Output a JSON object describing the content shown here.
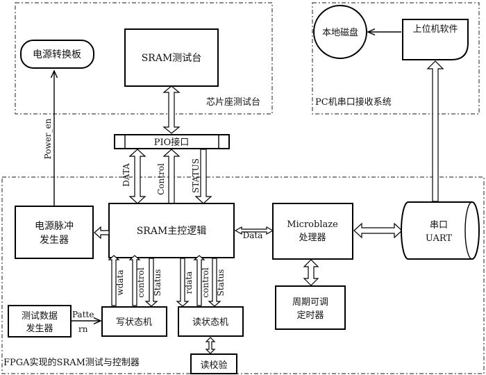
{
  "regions": {
    "chip_socket": "芯片座测试台",
    "pc_system": "PC机串口接收系统",
    "fpga": "FPGA实现的SRAM测试与控制器"
  },
  "blocks": {
    "sram_test": "SRAM测试台",
    "power_board": "电源转换板",
    "local_disk": "本地磁盘",
    "host_software": "上位机软件",
    "pio": "PIO接口",
    "power_pulse_1": "电源脉冲",
    "power_pulse_2": "发生器",
    "sram_master": "SRAM主控逻辑",
    "microblaze_1": "Microblaze",
    "microblaze_2": "处理器",
    "uart_1": "串口",
    "uart_2": "UART",
    "timer_1": "周期可调",
    "timer_2": "定时器",
    "testgen_1": "测试数据",
    "testgen_2": "发生器",
    "write_fsm": "写状态机",
    "read_fsm": "读状态机",
    "read_check": "读校验"
  },
  "signals": {
    "power_en": "Power_en",
    "data_v": "DATA",
    "control_v": "Control",
    "status_v": "STATUS",
    "data_h": "Data",
    "pattern_1": "Patte",
    "pattern_2": "rn",
    "wdata": "wdata",
    "w_control": "control",
    "w_status": "Status",
    "rdata": "rdata",
    "r_control": "control",
    "r_status": "Status"
  }
}
